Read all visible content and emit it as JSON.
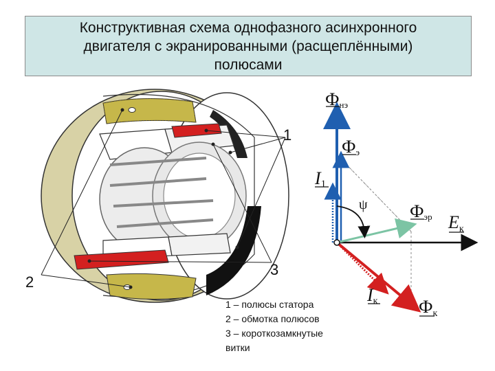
{
  "title": {
    "line1": "Конструктивная схема однофазного асинхронного",
    "line2": "двигателя с экранированными (расщеплёнными)",
    "line3": "полюсами"
  },
  "callouts": {
    "c1": "1",
    "c2": "2",
    "c3": "3"
  },
  "legend": {
    "item1": "1 – полюсы статора",
    "item2": "2 – обмотка полюсов",
    "item3a": "3 – короткозамкнутые",
    "item3b": "витки"
  },
  "vectors": {
    "phi_ne_main": "Ф",
    "phi_ne_sub": "нэ",
    "phi_e_main": "Ф",
    "phi_e_sub": "э",
    "i1_main": "I",
    "i1_sub": "1",
    "psi": "ψ",
    "phi_er_main": "Ф",
    "phi_er_sub": "эр",
    "ek_main": "E",
    "ek_sub": "к",
    "ik_main": "I",
    "ik_sub": "к",
    "phik_main": "Ф",
    "phik_sub": "к"
  },
  "colors": {
    "blue": "#1f5fb0",
    "red": "#d32020",
    "green": "#7cc4a4",
    "yoke": "#d8d2a6",
    "winding": "#6b5a14"
  }
}
